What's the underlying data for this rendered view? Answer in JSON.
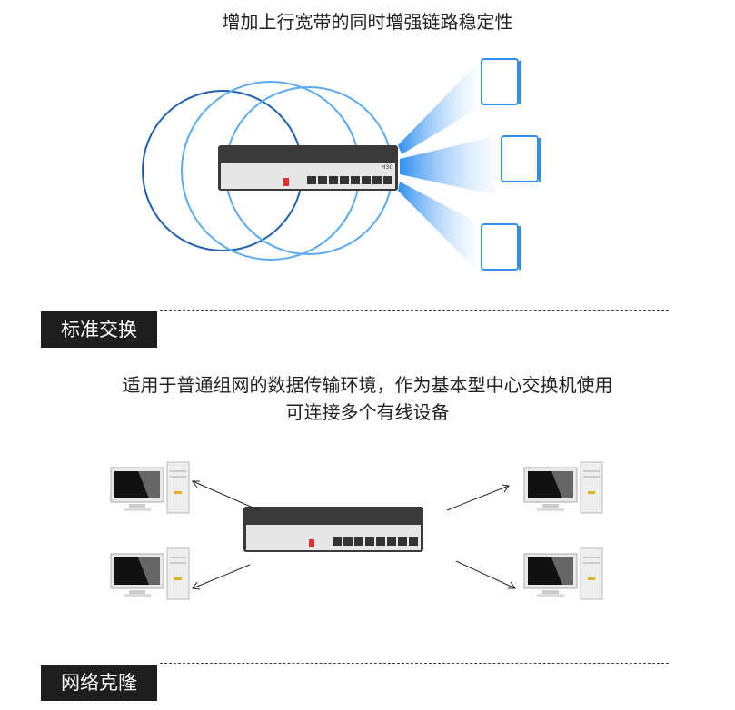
{
  "top": {
    "headline": "增加上行宽带的同时增强链路稳定性"
  },
  "section1": {
    "label": "标准交换",
    "desc_line1": "适用于普通组网的数据传输环境，作为基本型中心交换机使用",
    "desc_line2": "可连接多个有线设备"
  },
  "section2": {
    "label": "网络克隆"
  },
  "device": {
    "brand": "H3C"
  },
  "colors": {
    "dark_blue": "#1f5fb0",
    "light_blue": "#5aaaf0",
    "section_bg": "#1e1e1e"
  }
}
